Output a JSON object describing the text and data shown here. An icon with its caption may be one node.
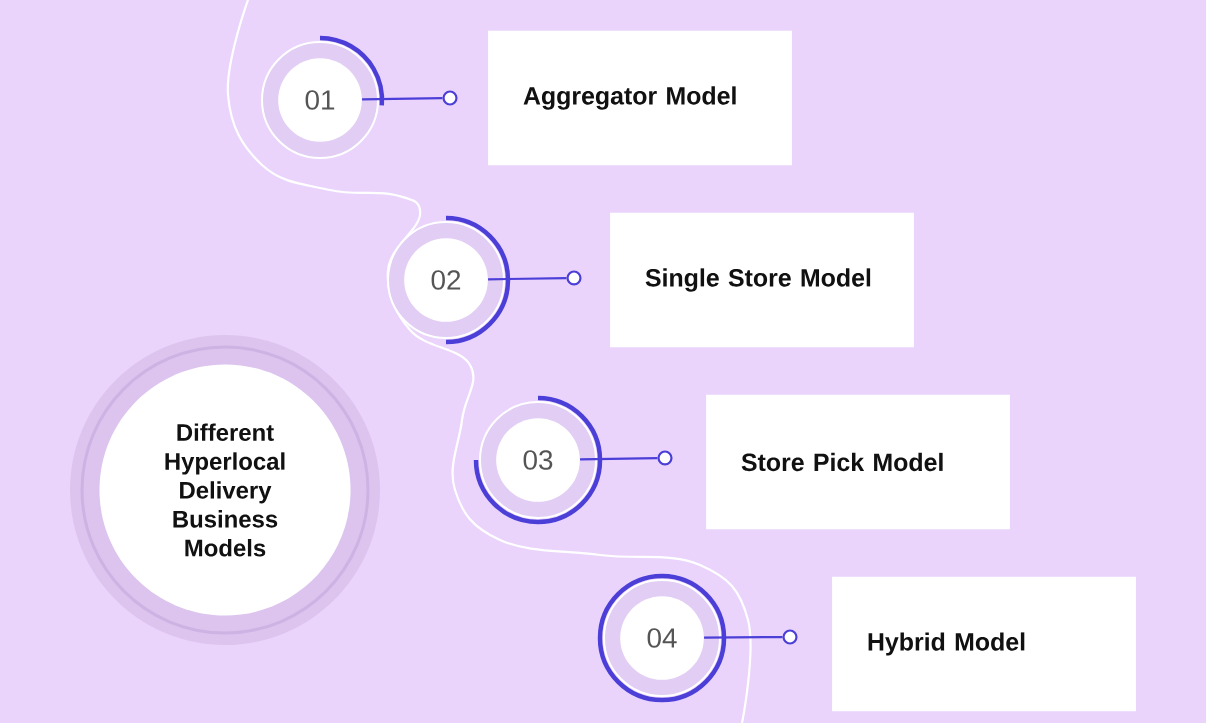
{
  "diagram": {
    "nodes": [
      {
        "text": [
          "Different Hyperlocal Delivery Business Models"
        ]
      },
      {
        "text": [
          "01"
        ]
      },
      {
        "text": [],
        "shape": "circle"
      },
      {
        "text": [
          "Aggregator Model"
        ]
      },
      {
        "text": [
          "02"
        ]
      },
      {
        "text": [],
        "shape": "circle"
      },
      {
        "text": [
          "Single Store Model"
        ]
      },
      {
        "text": [
          "03"
        ]
      },
      {
        "text": [],
        "shape": "circle"
      },
      {
        "text": [
          "Store Pick Model"
        ]
      },
      {
        "text": [
          "04"
        ]
      },
      {
        "text": [],
        "shape": "circle"
      },
      {
        "text": [
          "Hybrid Model"
        ]
      }
    ],
    "edges": [
      {
        "from": 1,
        "to": 2,
        "arrow": "none"
      },
      {
        "from": 4,
        "to": 5,
        "arrow": "none"
      },
      {
        "from": 7,
        "to": 8,
        "arrow": "none"
      },
      {
        "from": 10,
        "to": 11,
        "arrow": "none"
      }
    ]
  }
}
